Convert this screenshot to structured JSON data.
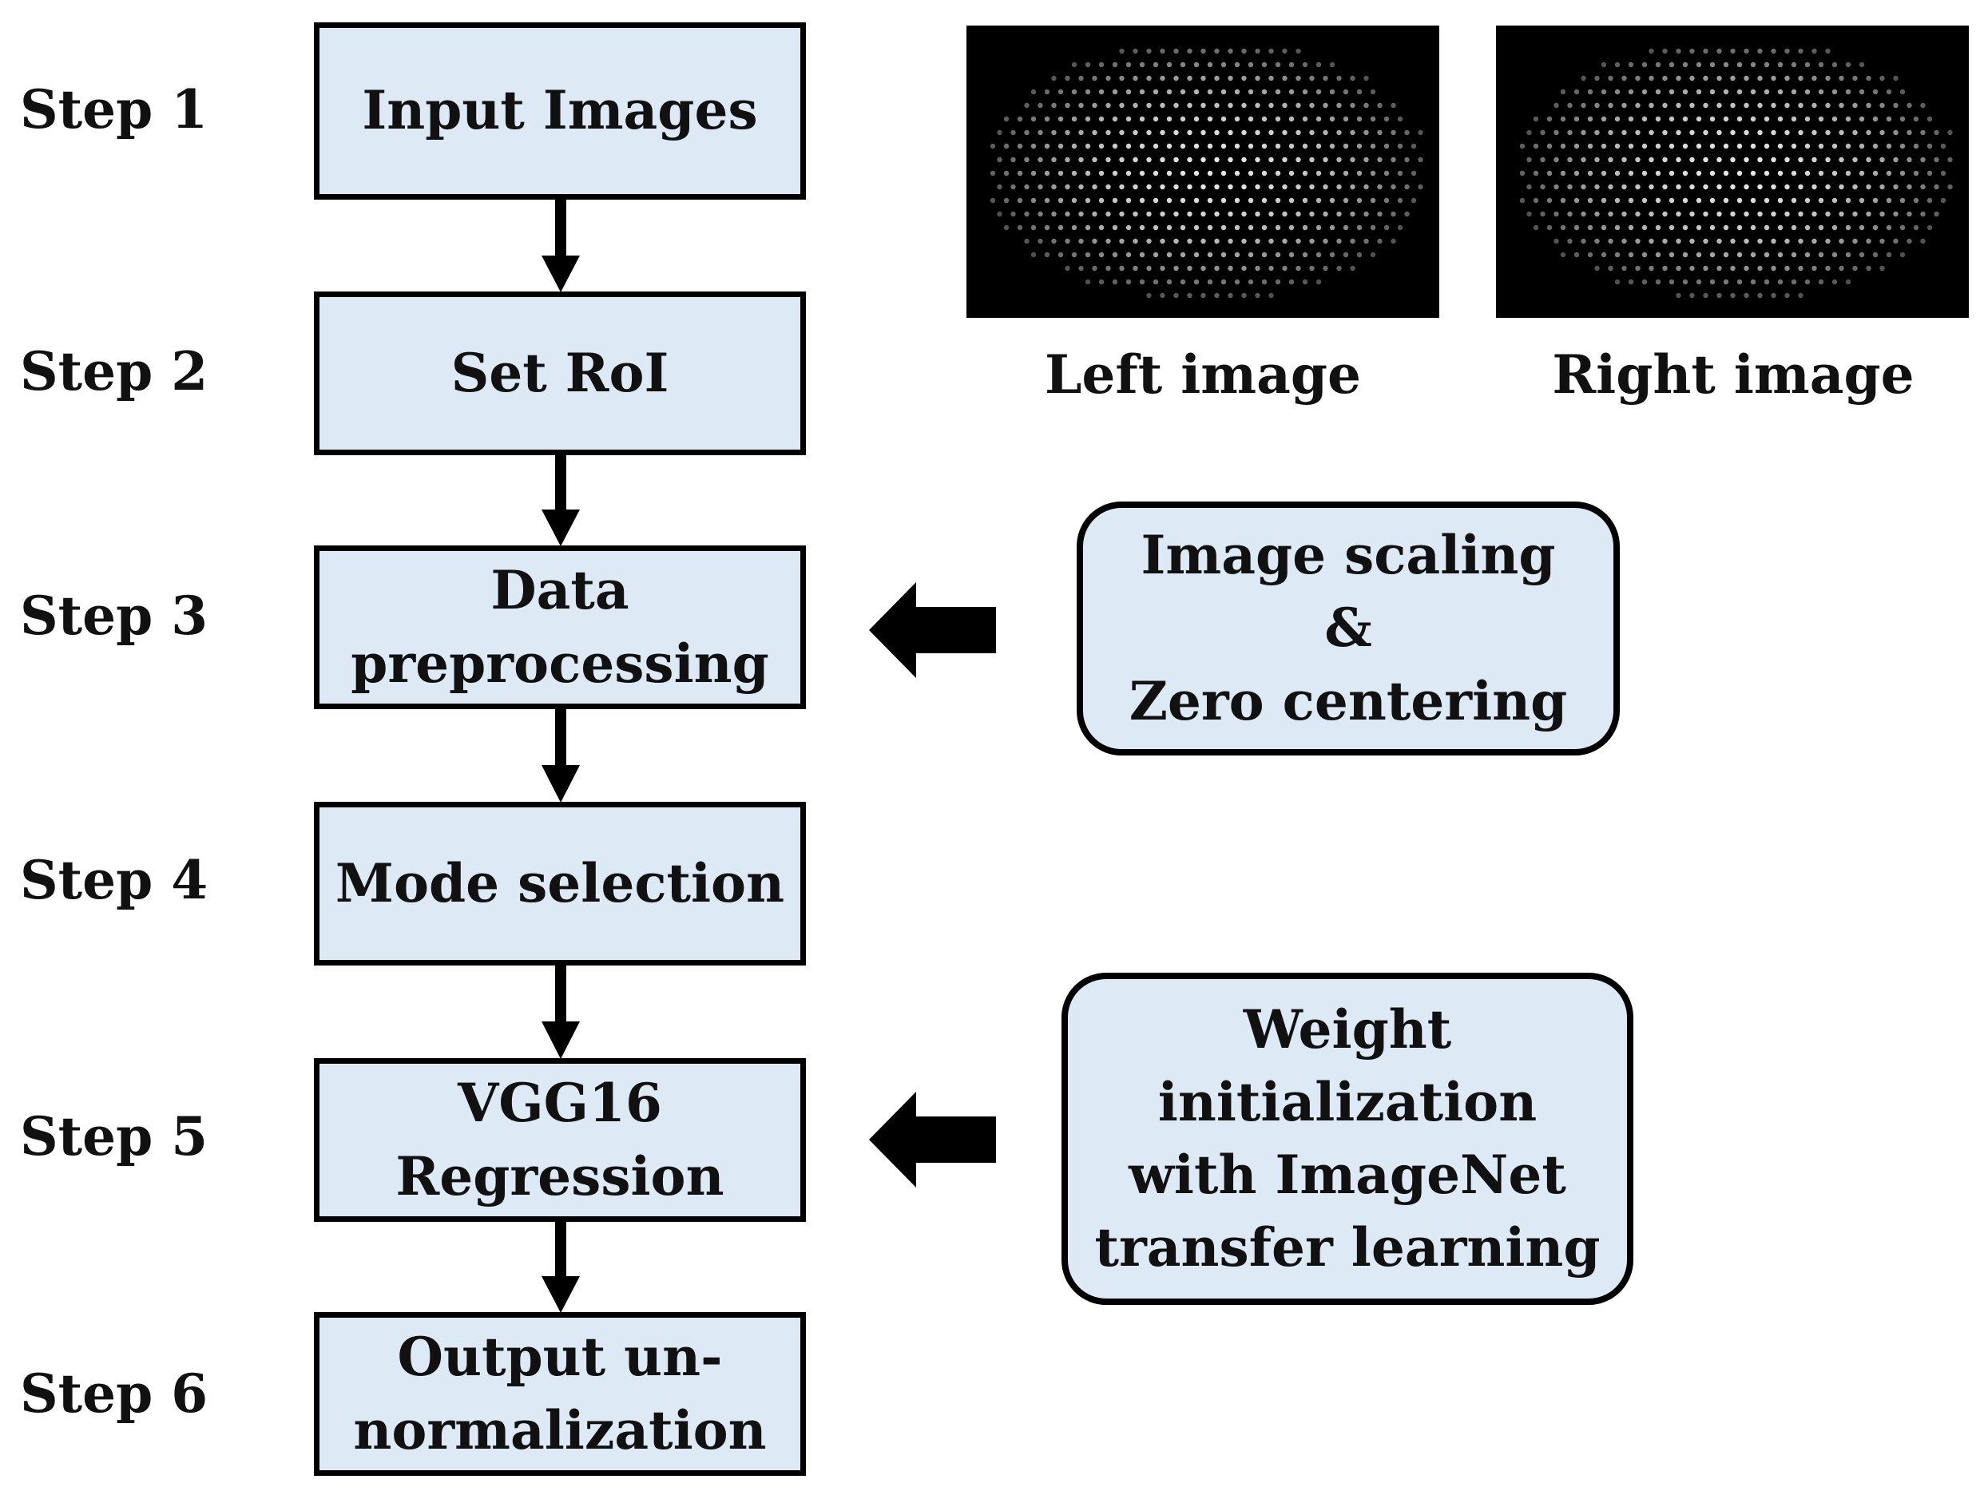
{
  "steps": [
    {
      "label": "Step 1",
      "box": "Input Images"
    },
    {
      "label": "Step 2",
      "box": "Set RoI"
    },
    {
      "label": "Step 3",
      "box": "Data\npreprocessing"
    },
    {
      "label": "Step 4",
      "box": "Mode selection"
    },
    {
      "label": "Step 5",
      "box": "VGG16\nRegression"
    },
    {
      "label": "Step 6",
      "box": "Output un-\nnormalization"
    }
  ],
  "side_boxes": {
    "preprocessing_detail": "Image scaling\n&\nZero centering",
    "weight_detail": "Weight\ninitialization\nwith ImageNet\ntransfer learning"
  },
  "images": {
    "left_caption": "Left image",
    "right_caption": "Right image"
  },
  "colors": {
    "box_fill": "#dde9f5",
    "stroke": "#000000"
  }
}
